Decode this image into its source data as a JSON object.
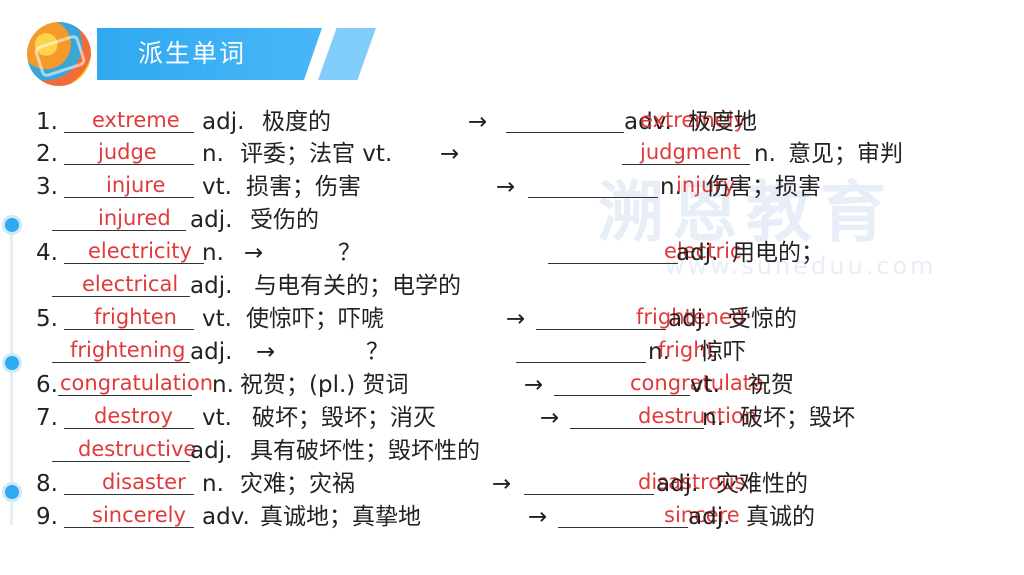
{
  "header": {
    "title": "派生单词"
  },
  "watermark": {
    "brand": "溯恩教育",
    "url": "www.suneduu.com"
  },
  "items": [
    {
      "num": "1.",
      "a1": "extreme",
      "pos1": "adj.",
      "mean1": "极度的",
      "arrow": "→",
      "a2": "extremely",
      "pos2": "adv.",
      "mean2": "极度地"
    },
    {
      "num": "2.",
      "a1": "judge",
      "pos1": "n.",
      "mean1": "评委；法官 vt.",
      "arrow": "→",
      "a2": "judgment",
      "pos2": "n.",
      "mean2": "意见；审判"
    },
    {
      "num": "3.",
      "a1": "injure",
      "pos1": "vt.",
      "mean1": "损害；伤害",
      "arrow": "→",
      "a2": "injury",
      "pos2": "n.",
      "mean2": "伤害；损害"
    },
    {
      "num": "",
      "a1": "injured",
      "pos1": "adj.",
      "mean1": "受伤的"
    },
    {
      "num": "4.",
      "a1": "electricity",
      "pos1": "n.",
      "mean1": "",
      "arrow": "→",
      "mark": "？",
      "a2": "electric",
      "pos2": "adj.",
      "mean2": "用电的；"
    },
    {
      "num": "",
      "a1": "electrical",
      "pos1": "adj.",
      "mean1": "与电有关的；电学的"
    },
    {
      "num": "5.",
      "a1": "frighten",
      "pos1": "vt.",
      "mean1": "使惊吓；吓唬",
      "arrow": "→",
      "a2": "frightened",
      "pos2": "adj.",
      "mean2": "受惊的"
    },
    {
      "num": "",
      "a1": "frightening",
      "pos1": "adj.",
      "mean1": "",
      "arrow": "→",
      "mark": "？",
      "a2": "fright",
      "pos2": "n.",
      "mean2": "惊吓"
    },
    {
      "num": "6.",
      "a1": "congratulation",
      "pos1": "n.",
      "mean1": "祝贺；(pl.) 贺词",
      "arrow": "→",
      "a2": "congratulate",
      "pos2": "vt.",
      "mean2": "祝贺"
    },
    {
      "num": "7.",
      "a1": "destroy",
      "pos1": "vt.",
      "mean1": "破坏；毁坏；消灭",
      "arrow": "→",
      "a2": "destruction",
      "pos2": "n.",
      "mean2": "破坏；毁坏"
    },
    {
      "num": "",
      "a1": "destructive",
      "pos1": "adj.",
      "mean1": "具有破坏性；毁坏性的"
    },
    {
      "num": "8.",
      "a1": "disaster",
      "pos1": "n.",
      "mean1": "灾难；灾祸",
      "arrow": "→",
      "a2": "disastrous",
      "pos2": "adj.",
      "mean2": "灾难性的"
    },
    {
      "num": "9.",
      "a1": "sincerely",
      "pos1": "adv.",
      "mean1": "真诚地；真挚地",
      "arrow": "→",
      "a2": "sincere",
      "pos2": "adj.",
      "mean2": "真诚的"
    }
  ]
}
